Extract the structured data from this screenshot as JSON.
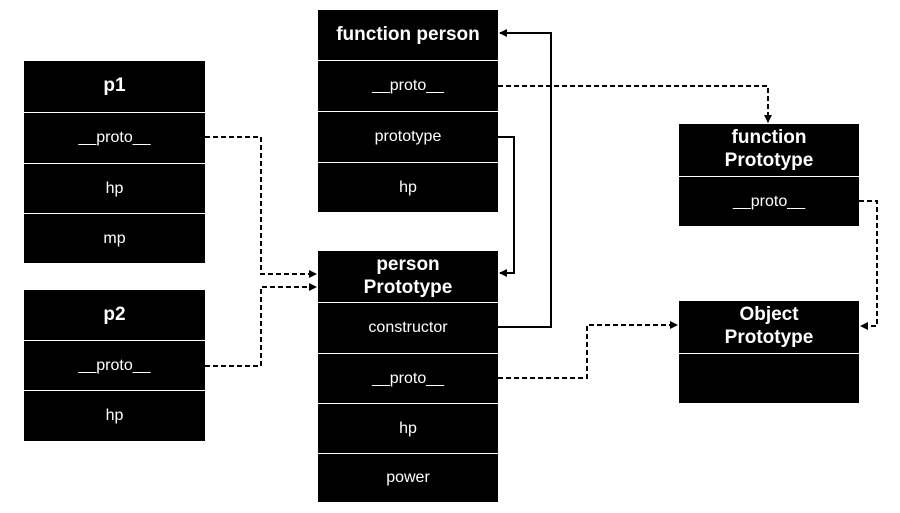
{
  "p1": {
    "title": "p1",
    "fields": [
      "__proto__",
      "hp",
      "mp"
    ]
  },
  "p2": {
    "title": "p2",
    "fields": [
      "__proto__",
      "hp"
    ]
  },
  "function_person": {
    "title": "function person",
    "fields": [
      "__proto__",
      "prototype",
      "hp"
    ]
  },
  "person_prototype": {
    "title": "person\nPrototype",
    "fields": [
      "constructor",
      "__proto__",
      "hp",
      "power"
    ]
  },
  "function_prototype": {
    "title": "function\nPrototype",
    "fields": [
      "__proto__"
    ]
  },
  "object_prototype": {
    "title": "Object\nPrototype",
    "fields": [
      ""
    ]
  }
}
